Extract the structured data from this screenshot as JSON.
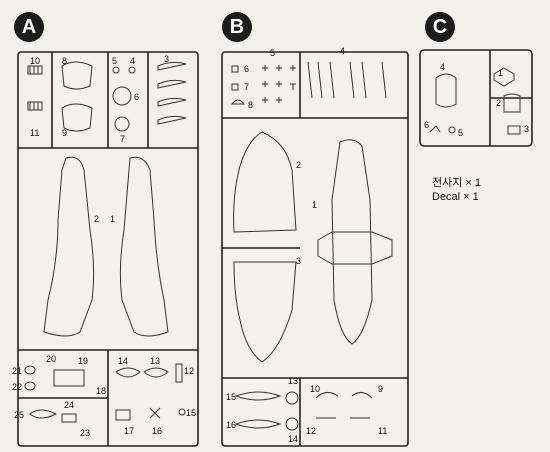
{
  "sprues": {
    "A": {
      "badge": "A",
      "labels": {
        "p10": "10",
        "p8": "8",
        "p5": "5",
        "p4": "4",
        "p3": "3",
        "p6": "6",
        "p11": "11",
        "p9": "9",
        "p7": "7",
        "p2": "2",
        "p1": "1",
        "p20": "20",
        "p19": "19",
        "p14": "14",
        "p13": "13",
        "p12": "12",
        "p21": "21",
        "p22": "22",
        "p18": "18",
        "p25": "25",
        "p24": "24",
        "p23": "23",
        "p17": "17",
        "p16": "16",
        "p15": "15"
      }
    },
    "B": {
      "badge": "B",
      "labels": {
        "p5": "5",
        "p4": "4",
        "p6": "6",
        "p7": "7",
        "p8": "8",
        "p2": "2",
        "p1": "1",
        "p3": "3",
        "p13": "13",
        "p10": "10",
        "p9": "9",
        "p15": "15",
        "p16": "16",
        "p12": "12",
        "p14": "14",
        "p11": "11"
      }
    },
    "C": {
      "badge": "C",
      "labels": {
        "p4": "4",
        "p1": "1",
        "p2": "2",
        "p6": "6",
        "p5": "5",
        "p3": "3"
      }
    }
  },
  "extras": {
    "instruction_sheet": "전사지 × 1",
    "decal": "Decal × 1"
  }
}
